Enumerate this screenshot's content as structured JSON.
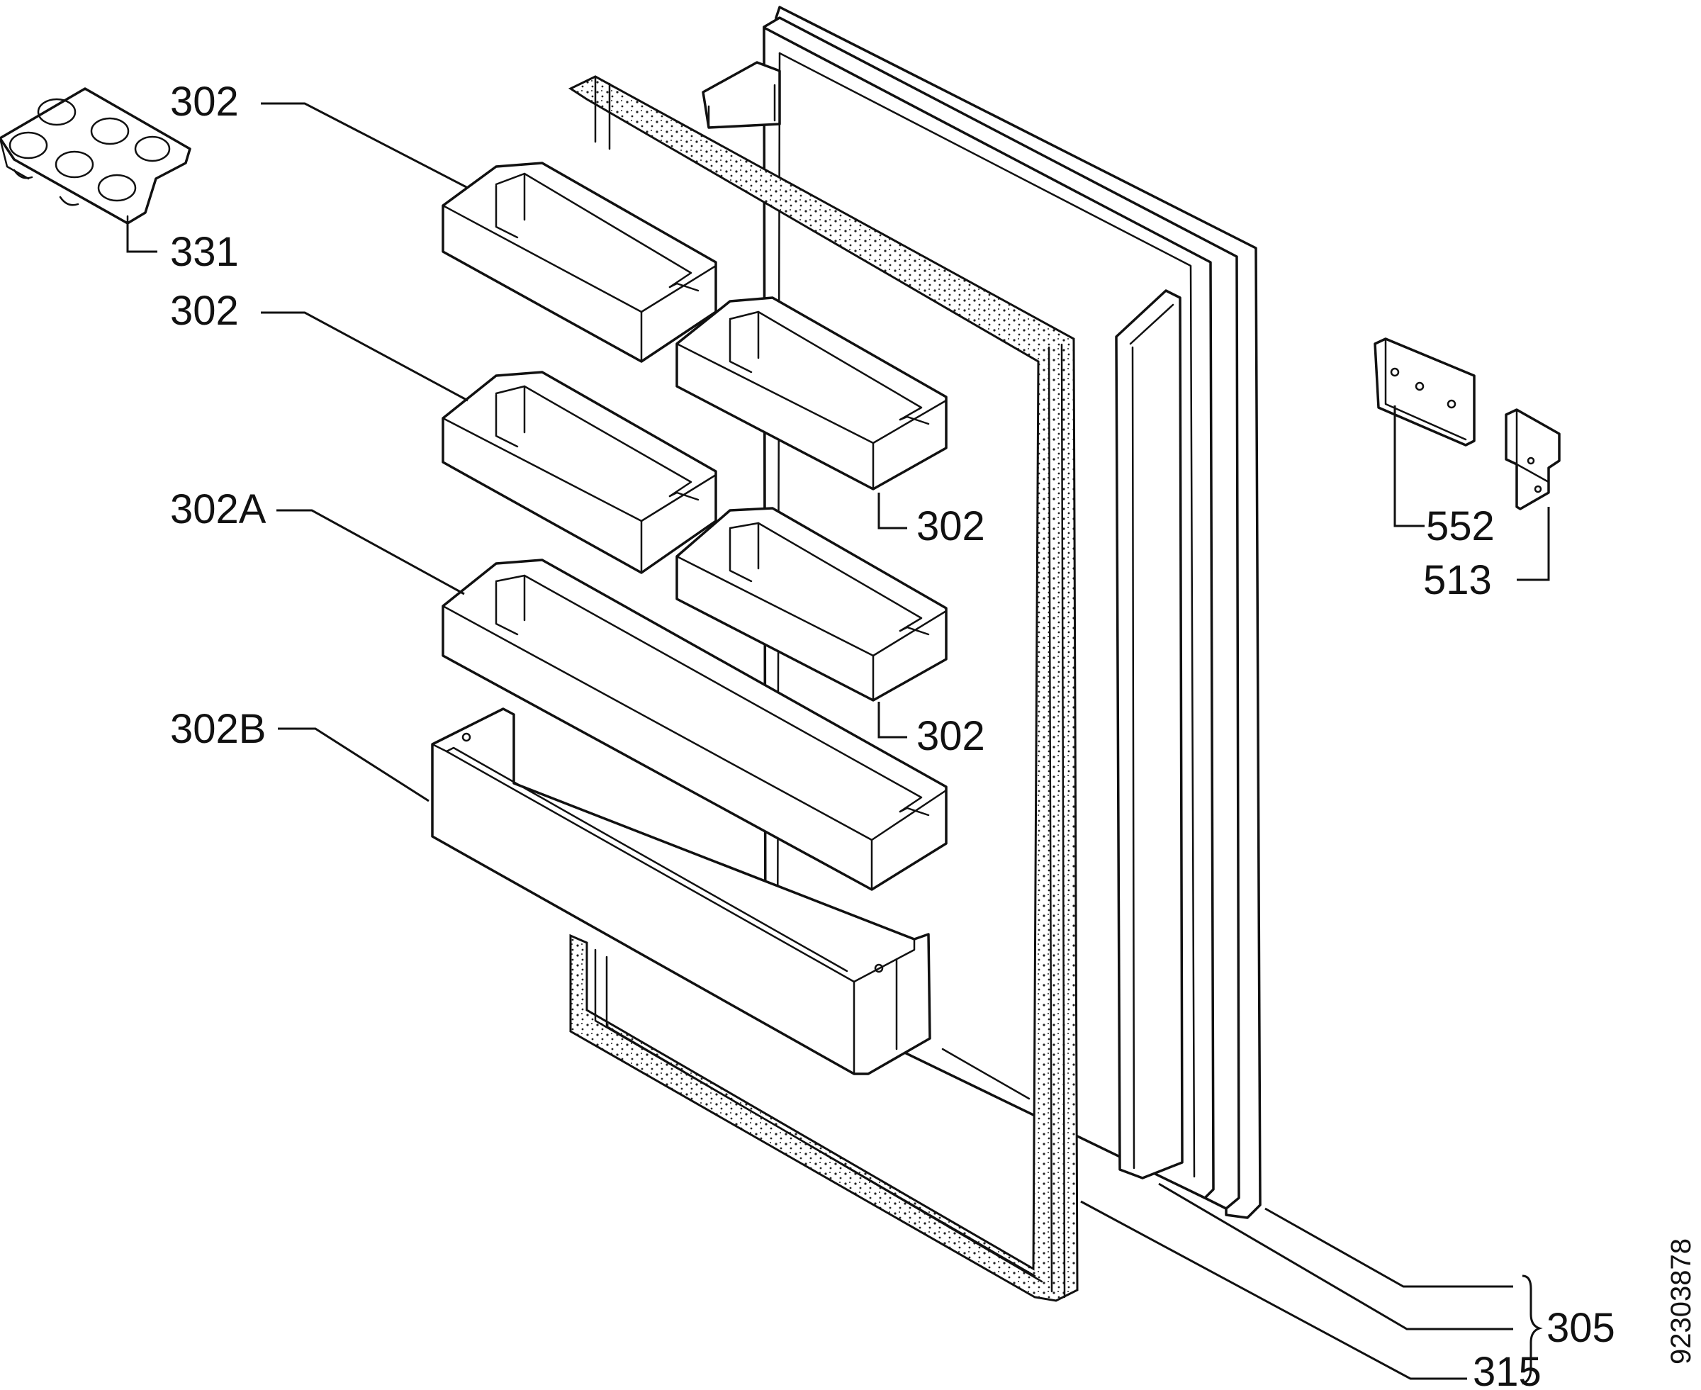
{
  "labels": {
    "l302_a": "302",
    "l331": "331",
    "l302_b": "302",
    "l302_c": "302",
    "l302A": "302A",
    "l302_d": "302",
    "l302B": "302B",
    "l552": "552",
    "l513": "513",
    "l305": "305",
    "l315": "315"
  },
  "doc_number": "92303878"
}
